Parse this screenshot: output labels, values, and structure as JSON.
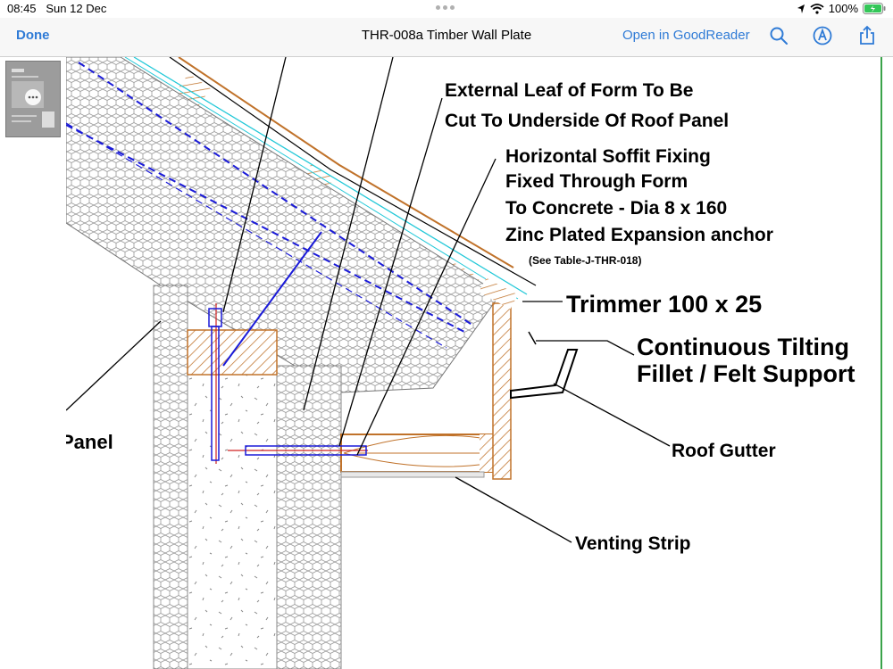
{
  "status_bar": {
    "time": "08:45",
    "date": "Sun 12 Dec",
    "battery": "100%",
    "icons": [
      "location-icon",
      "wifi-icon",
      "battery-icon"
    ]
  },
  "toolbar": {
    "done_label": "Done",
    "title": "THR-008a Timber Wall Plate",
    "open_in_label": "Open in GoodReader",
    "search_icon": "search-icon",
    "markup_icon": "markup-icon",
    "share_icon": "share-icon",
    "accent_color": "#2f7bd6"
  },
  "sidebar": {
    "thumbnail_icon": "more-icon"
  },
  "drawing": {
    "label_external_leaf_1": "External Leaf of Form To Be",
    "label_external_leaf_2": "Cut To Underside Of Roof Panel",
    "label_soffit_1": "Horizontal Soffit Fixing",
    "label_soffit_2": "Fixed Through Form",
    "label_soffit_3": "To Concrete - Dia 8 x 160",
    "label_soffit_4": "Zinc Plated Expansion anchor",
    "label_soffit_5": "(See Table-J-THR-018)",
    "label_trimmer": "Trimmer 100 x 25",
    "label_fillet_1": "Continuous Tilting",
    "label_fillet_2": "Fillet / Felt Support",
    "label_panel": "Panel",
    "label_gutter": "Roof Gutter",
    "label_venting": "Venting Strip",
    "colors": {
      "timber": "#c0722a",
      "dash": "#1a1ad8",
      "cyan": "#22c8d8",
      "fixing": "#d02020",
      "line": "#000000"
    }
  }
}
